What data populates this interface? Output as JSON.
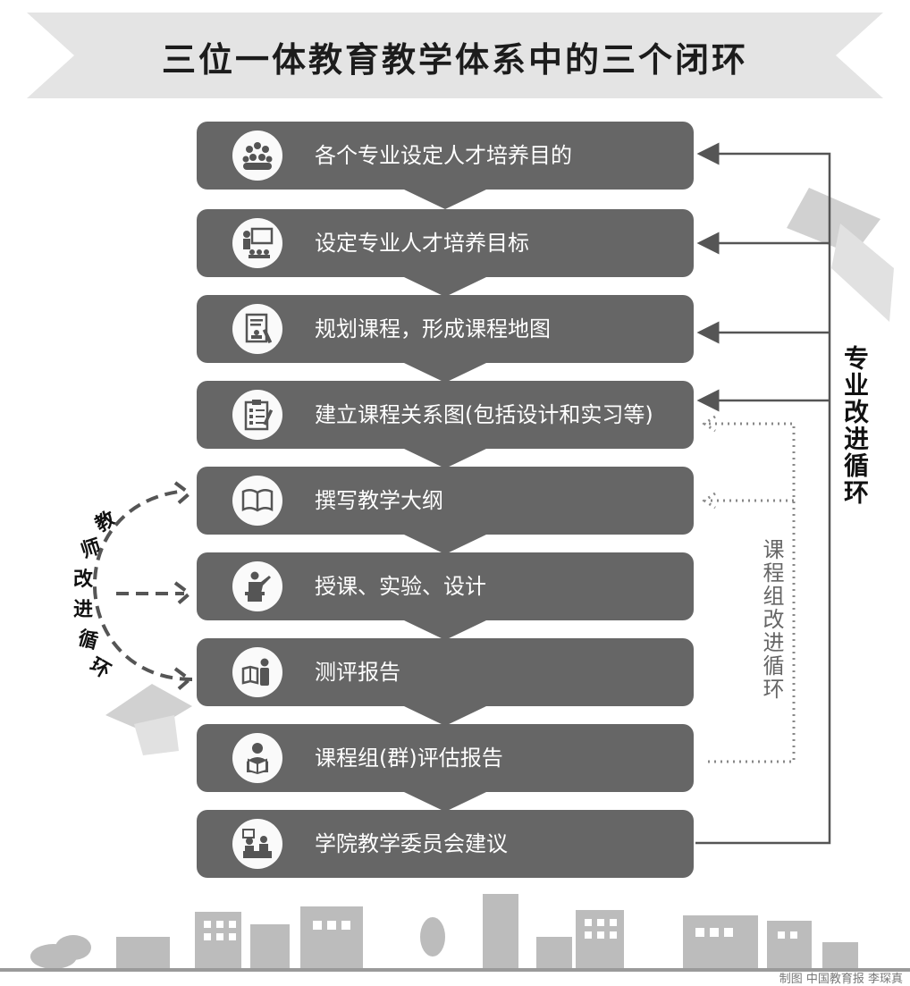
{
  "title": "三位一体教育教学体系中的三个闭环",
  "steps": [
    {
      "label": "各个专业设定人才培养目的",
      "icon": "people-group-icon"
    },
    {
      "label": "设定专业人才培养目标",
      "icon": "presentation-board-icon"
    },
    {
      "label": "规划课程，形成课程地图",
      "icon": "document-map-icon"
    },
    {
      "label": "建立课程关系图(包括设计和实习等)",
      "icon": "clipboard-checklist-icon"
    },
    {
      "label": "撰写教学大纲",
      "icon": "open-book-icon"
    },
    {
      "label": "授课、实验、设计",
      "icon": "teacher-lecturing-icon"
    },
    {
      "label": "测评报告",
      "icon": "reader-with-book-icon"
    },
    {
      "label": "课程组(群)评估报告",
      "icon": "person-reading-icon"
    },
    {
      "label": "学院教学委员会建议",
      "icon": "committee-meeting-icon"
    }
  ],
  "loops": {
    "major": "专业改进循环",
    "course_group": "课程组改进循环",
    "teacher": "教师改进循环"
  },
  "credit": "制图 中国教育报 李琛真",
  "colors": {
    "box": "#666666",
    "banner": "#e4e4e4",
    "loop_line": "#555555",
    "dotted": "#888888"
  }
}
